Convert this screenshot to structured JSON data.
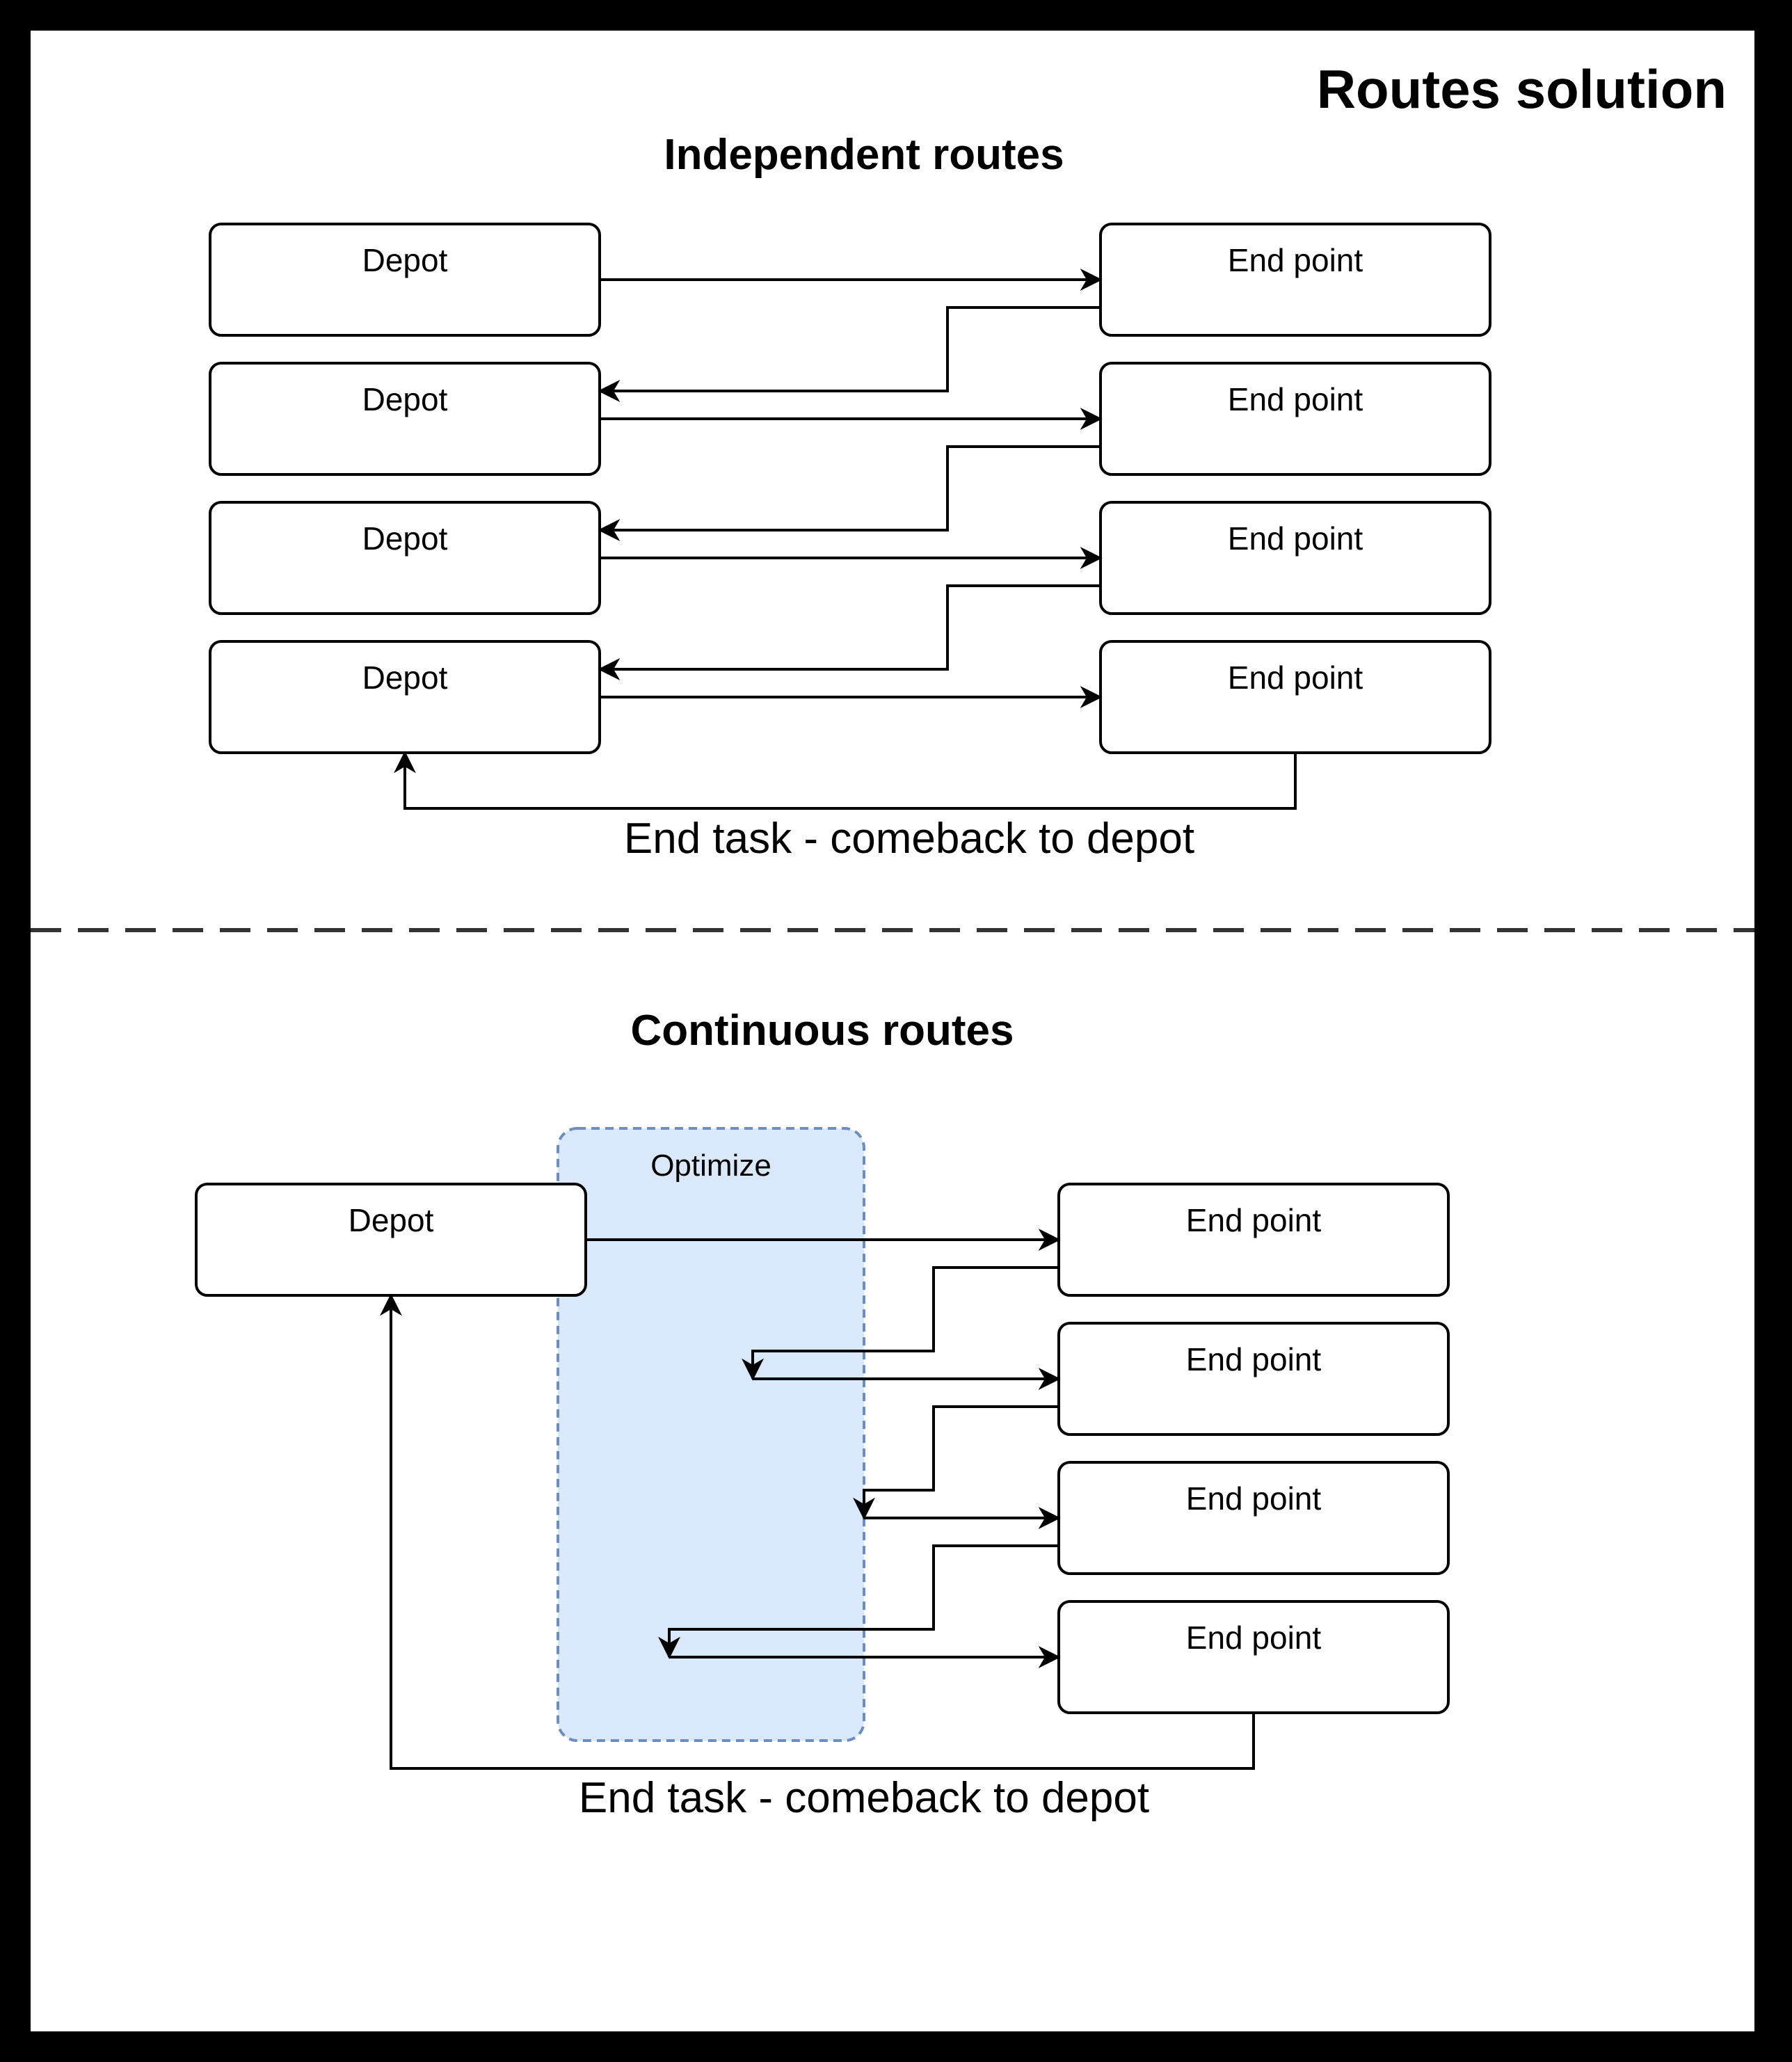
{
  "diagram": {
    "title": "Routes solution",
    "independent": {
      "heading": "Independent routes",
      "depots": [
        "Depot",
        "Depot",
        "Depot",
        "Depot"
      ],
      "end_points": [
        "End point",
        "End point",
        "End point",
        "End point"
      ],
      "caption": "End task - comeback to depot"
    },
    "continuous": {
      "heading": "Continuous routes",
      "optimize_label": "Optimize",
      "depot": "Depot",
      "end_points": [
        "End point",
        "End point",
        "End point",
        "End point"
      ],
      "caption": "End task - comeback to depot"
    },
    "colors": {
      "frame": "#000000",
      "background": "#ffffff",
      "optimize_fill": "#dae8fc",
      "optimize_stroke": "#6c8ebf",
      "divider": "#333333"
    }
  }
}
